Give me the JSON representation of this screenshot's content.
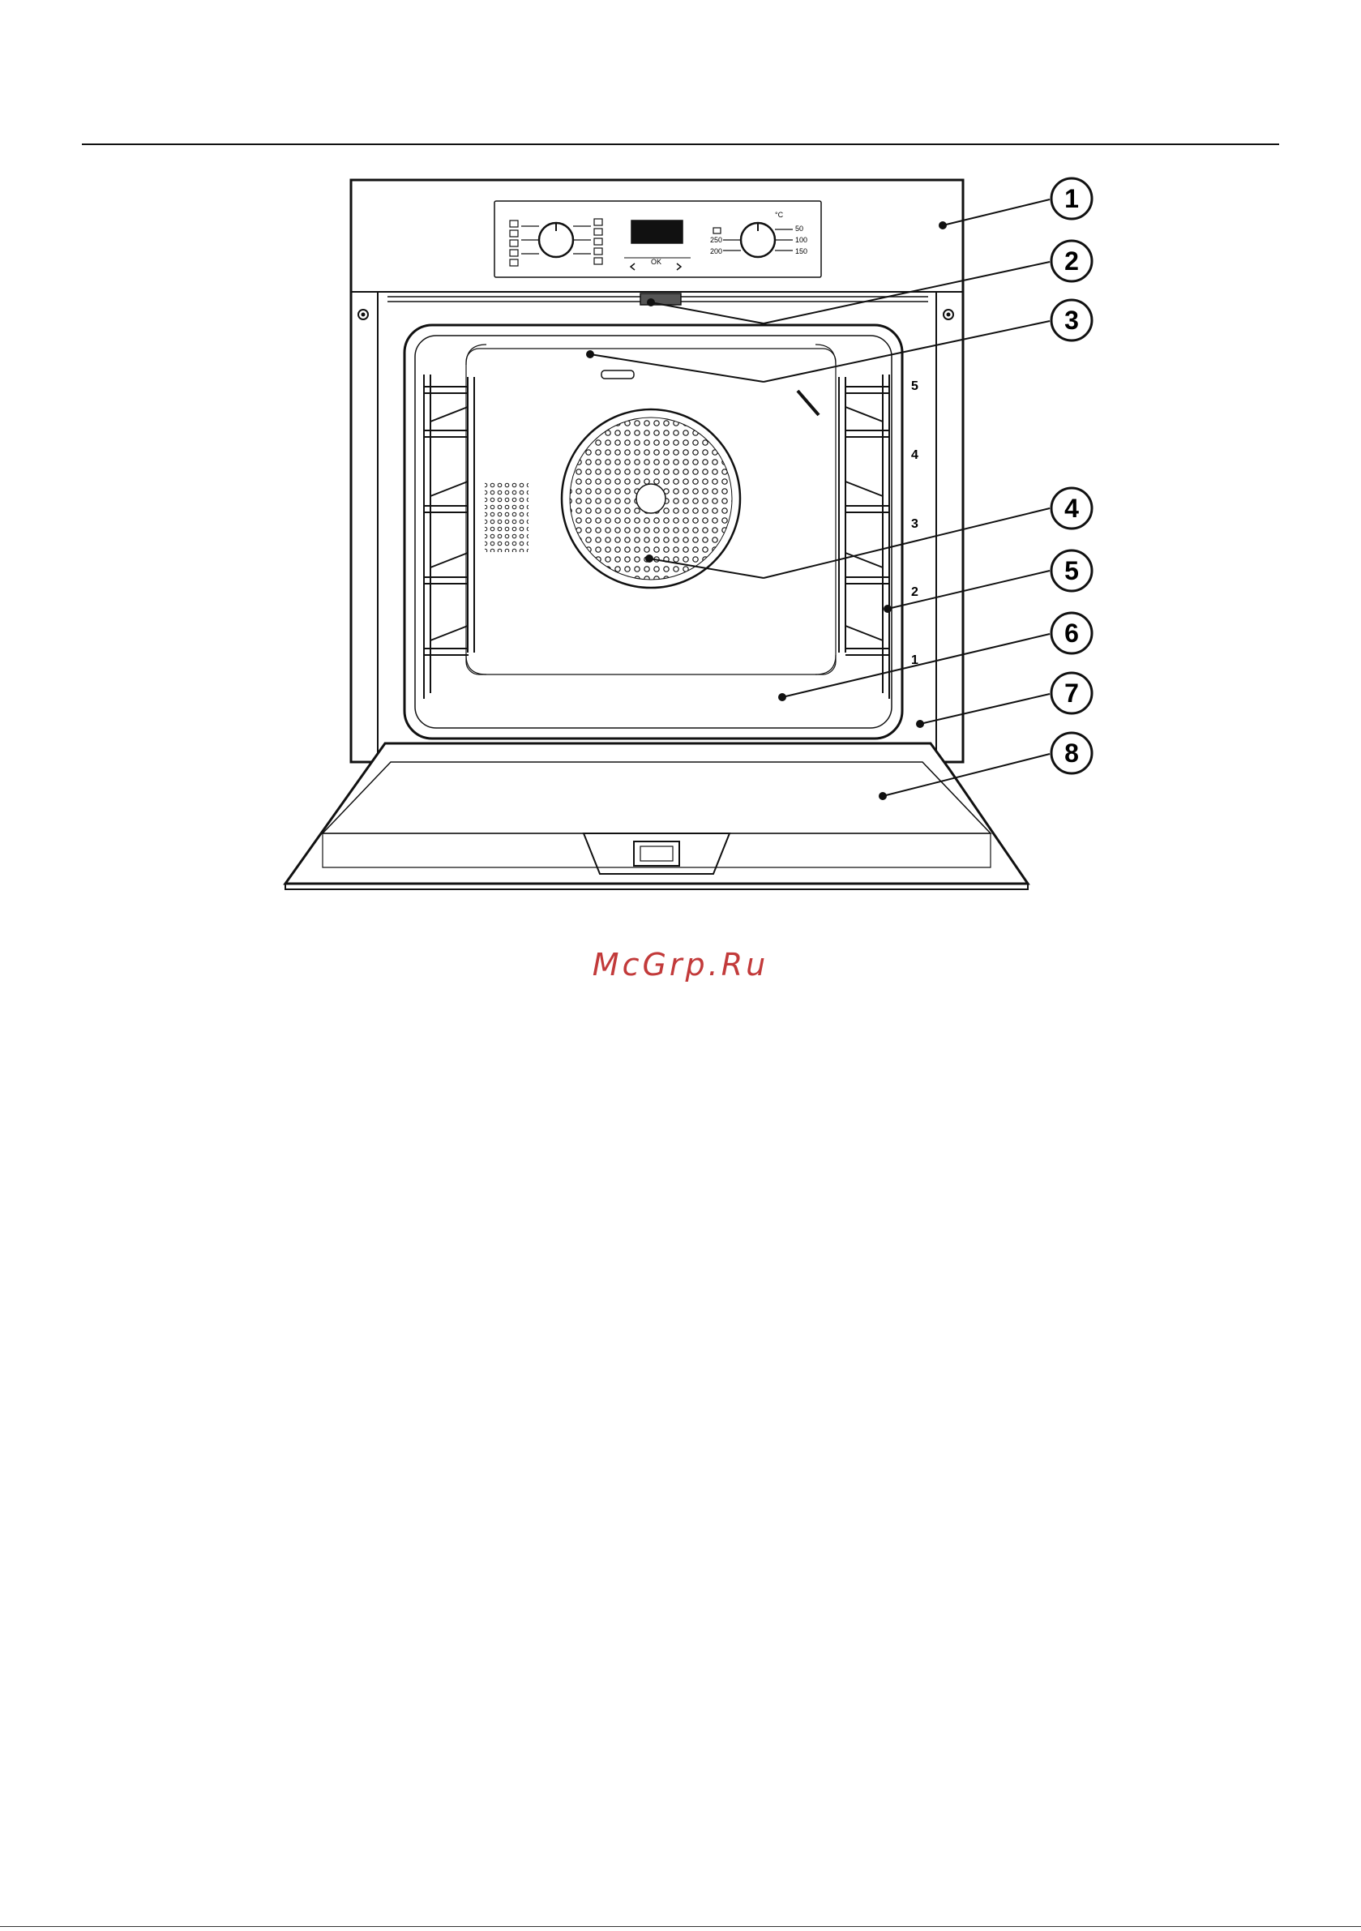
{
  "callouts": [
    "1",
    "2",
    "3",
    "4",
    "5",
    "6",
    "7",
    "8"
  ],
  "shelf_levels": [
    "5",
    "4",
    "3",
    "2",
    "1"
  ],
  "control_panel": {
    "ok_label": "OK",
    "temp_unit": "°C",
    "temp_marks_right": [
      "50",
      "100",
      "150"
    ],
    "temp_marks_left": [
      "250",
      "200"
    ]
  },
  "watermark": "McGrp.Ru"
}
